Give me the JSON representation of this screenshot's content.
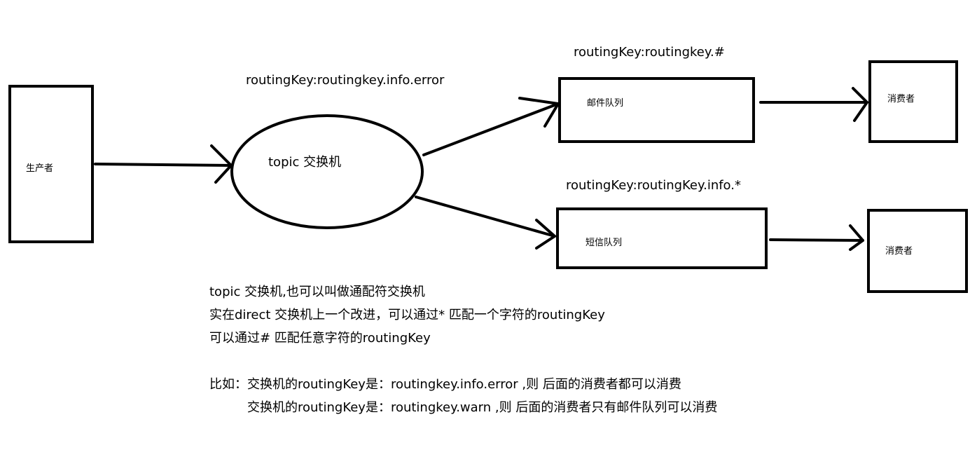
{
  "diagram": {
    "producer": {
      "label": "生产者"
    },
    "exchange": {
      "label": "topic 交换机",
      "routing_key": "routingKey:routingkey.info.error"
    },
    "queues": [
      {
        "label": "邮件队列",
        "binding": "routingKey:routingkey.#"
      },
      {
        "label": "短信队列",
        "binding": "routingKey:routingKey.info.*"
      }
    ],
    "consumers": [
      {
        "label": "消费者"
      },
      {
        "label": "消费者"
      }
    ]
  },
  "notes": {
    "line1": "topic 交换机,也可以叫做通配符交换机",
    "line2": "实在direct 交换机上一个改进，可以通过* 匹配一个字符的routingKey",
    "line3": "可以通过# 匹配任意字符的routingKey",
    "line4": "比如：交换机的routingKey是：routingkey.info.error ,则 后面的消费者都可以消费",
    "line5": "交换机的routingKey是：routingkey.warn ,则 后面的消费者只有邮件队列可以消费"
  }
}
